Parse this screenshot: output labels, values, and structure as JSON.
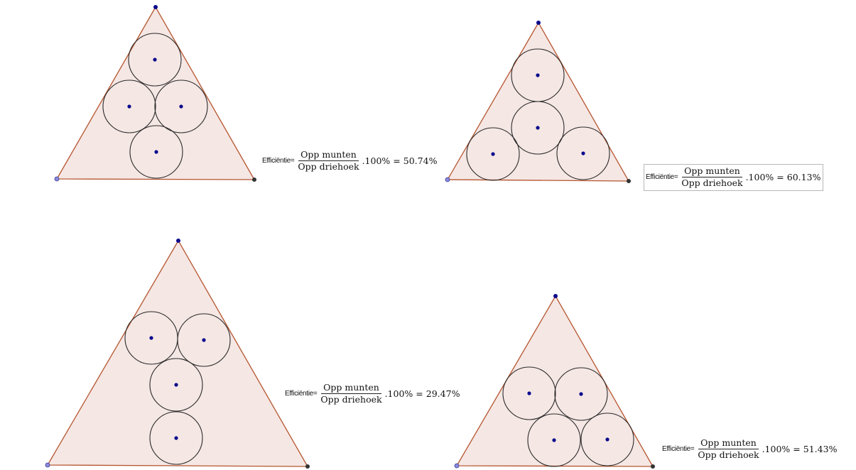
{
  "formula": {
    "label": "Efficiëntie=",
    "numerator": "Opp munten",
    "denominator": "Opp driehoek",
    "factor": ".100%",
    "equals": "="
  },
  "panels": [
    {
      "efficiency": "50.74%"
    },
    {
      "efficiency": "60.13%"
    },
    {
      "efficiency": "29.47%"
    },
    {
      "efficiency": "51.43%"
    }
  ],
  "colors": {
    "triangle_fill": "#f5e7e4",
    "triangle_stroke": "#b5552f",
    "coin_stroke": "#2a2a2a",
    "point": "#0a0a8c"
  }
}
